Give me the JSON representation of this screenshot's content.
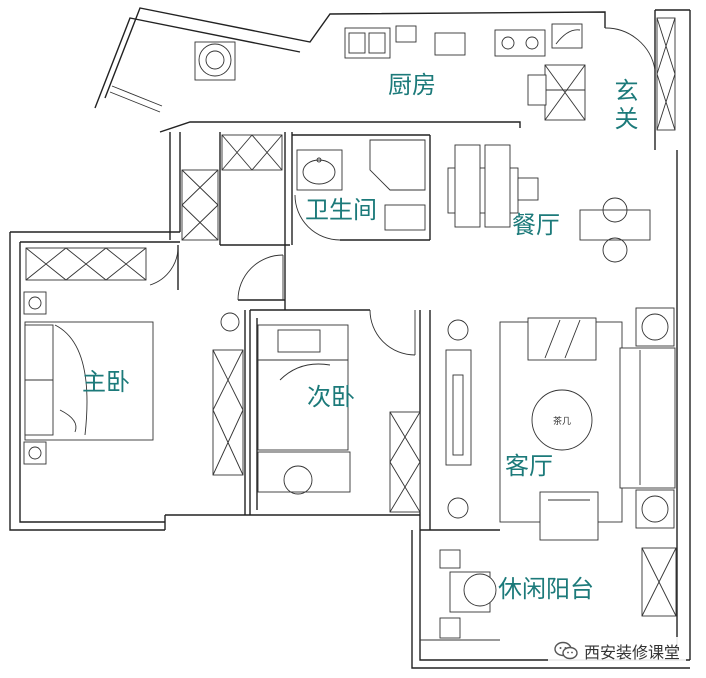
{
  "floor_plan": {
    "rooms": {
      "kitchen": "厨房",
      "entrance": "玄关",
      "bathroom": "卫生间",
      "dining": "餐厅",
      "master_bedroom": "主卧",
      "second_bedroom": "次卧",
      "living_room": "客厅",
      "balcony": "休闲阳台"
    },
    "coffee_table_label": "茶几"
  },
  "watermark": {
    "text": "西安装修课堂",
    "icon": "wechat-icon"
  },
  "colors": {
    "label": "#1c7a7a",
    "line": "#222222"
  }
}
